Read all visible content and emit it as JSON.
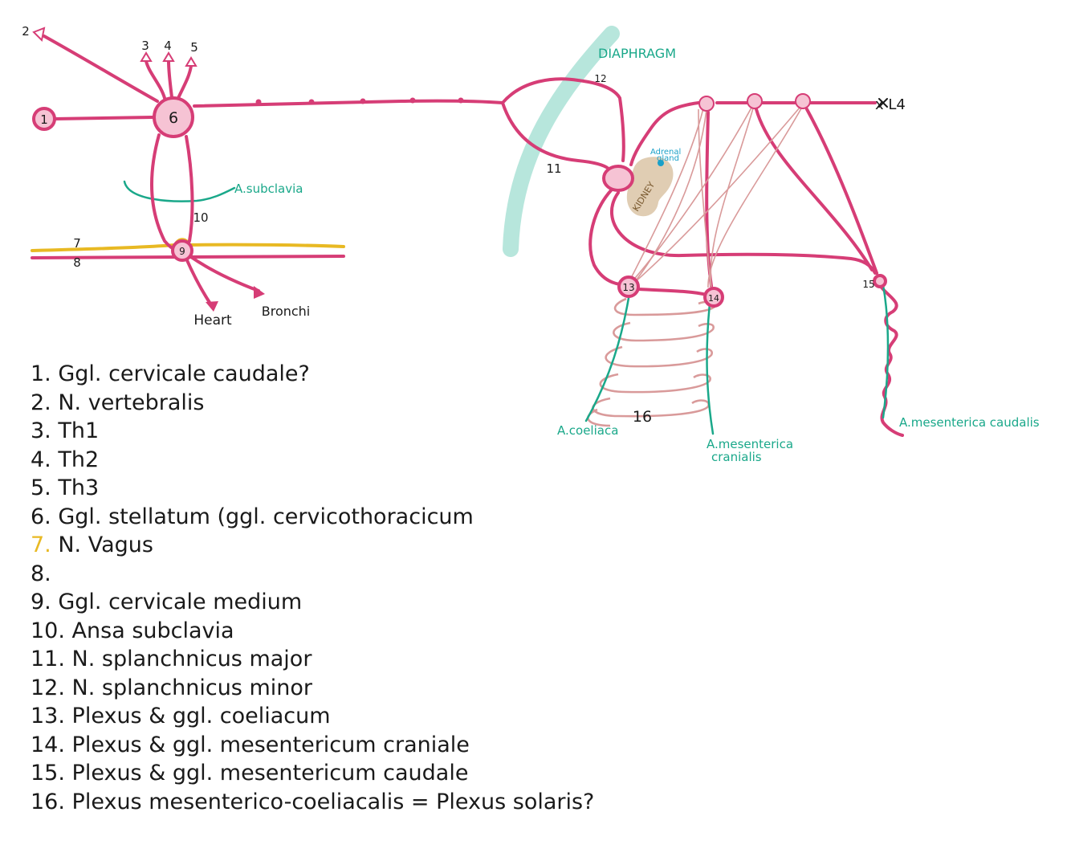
{
  "colors": {
    "nerve": "#d63d76",
    "node_fill": "#f6c3d4",
    "artery": "#1aa88a",
    "vagus": "#e8b923",
    "diaphragm": "#b7e6dc",
    "plexus": "#d99a9a",
    "kidney": "#e0cdb3",
    "adrenal": "#1aa0c8"
  },
  "diagram": {
    "node_labels": {
      "n1": "1",
      "n6": "6",
      "n9": "9",
      "n13": "13",
      "n14": "14",
      "n15": "15"
    },
    "text_labels": {
      "l2": "2",
      "l3": "3",
      "l4": "4",
      "l5": "5",
      "l7": "7",
      "l8": "8",
      "l10": "10",
      "l11": "11",
      "l12": "12",
      "l16": "16",
      "heart": "Heart",
      "bronchi": "Bronchi",
      "diaphragm": "DIAPHRAGM",
      "subclavia": "A.subclavia",
      "kidney": "KIDNEY",
      "adrenal_1": "Adrenal",
      "adrenal_2": "gland",
      "xl4": "x L4",
      "coeliaca": "A.coeliaca",
      "mes_cran_1": "A.mesenterica",
      "mes_cran_2": "cranialis",
      "mes_caud": "A.mesenterica caudalis"
    }
  },
  "legend": [
    {
      "num": "1.",
      "text": "Ggl. cervicale caudale?"
    },
    {
      "num": "2.",
      "text": "N. vertebralis"
    },
    {
      "num": "3.",
      "text": "Th1"
    },
    {
      "num": "4.",
      "text": "Th2"
    },
    {
      "num": "5.",
      "text": "Th3"
    },
    {
      "num": "6.",
      "text": "Ggl. stellatum (ggl. cervicothoracicum"
    },
    {
      "num": "7.",
      "text": "N. Vagus",
      "color": "yellow"
    },
    {
      "num": "8.",
      "text": ""
    },
    {
      "num": "9.",
      "text": "Ggl. cervicale medium"
    },
    {
      "num": "10.",
      "text": "Ansa subclavia"
    },
    {
      "num": "11.",
      "text": "N. splanchnicus major"
    },
    {
      "num": "12.",
      "text": "N. splanchnicus minor"
    },
    {
      "num": "13.",
      "text": "Plexus & ggl. coeliacum"
    },
    {
      "num": "14.",
      "text": "Plexus & ggl. mesentericum craniale"
    },
    {
      "num": "15.",
      "text": "Plexus & ggl. mesentericum caudale"
    },
    {
      "num": "16.",
      "text": "Plexus mesenterico-coeliacalis  =  Plexus solaris?"
    }
  ]
}
